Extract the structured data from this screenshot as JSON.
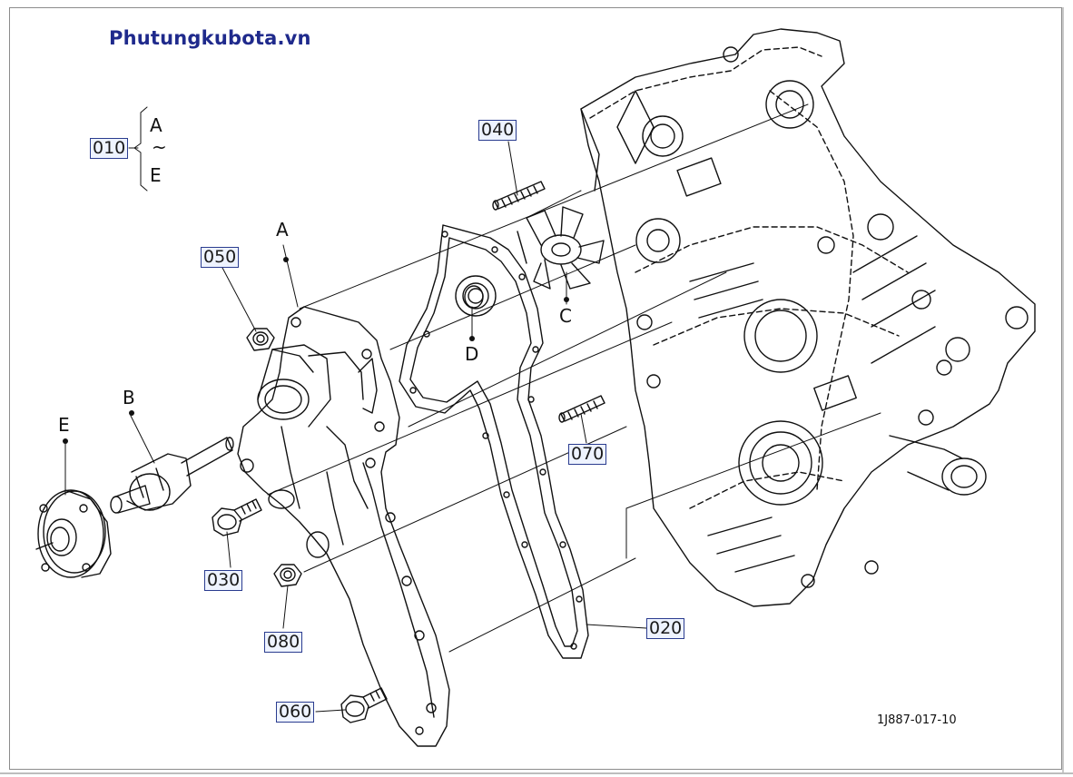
{
  "watermark": "Phutungkubota.vn",
  "drawing_number": "1J887-017-10",
  "range_label": {
    "start": "A",
    "sep": "~",
    "end": "E"
  },
  "callouts": {
    "c010": "010",
    "c020": "020",
    "c030": "030",
    "c040": "040",
    "c050": "050",
    "c060": "060",
    "c070": "070",
    "c080": "080"
  },
  "letters": {
    "A": "A",
    "B": "B",
    "C": "C",
    "D": "D",
    "E": "E"
  },
  "colors": {
    "callout_border": "#2a3c8f",
    "callout_fill": "#eef3ff",
    "watermark": "#1f2a8c",
    "line": "#111111"
  }
}
